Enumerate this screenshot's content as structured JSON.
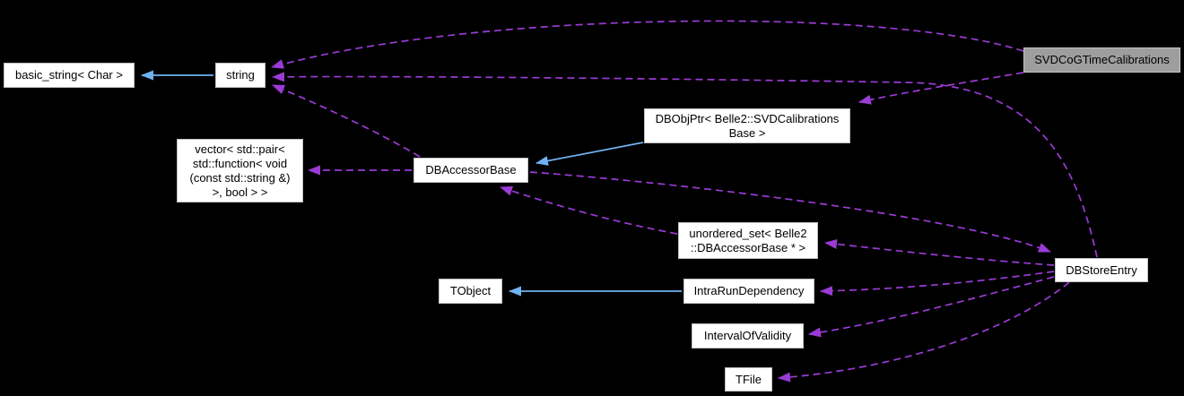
{
  "diagram": {
    "type": "collaboration-graph",
    "colors": {
      "background": "#000000",
      "node_fill": "#ffffff",
      "node_border": "#c0c0c0",
      "node_text": "#000000",
      "highlight_node_fill": "#9e9e9e",
      "highlight_node_border": "#c4c4c4",
      "usage_edge": "#9b3bd6",
      "inheritance_edge": "#6fb2f2"
    },
    "nodes": {
      "basic_string": {
        "label": "basic_string< Char >"
      },
      "string": {
        "label": "string"
      },
      "svd_cog_time_calibrations": {
        "label": "SVDCoGTimeCalibrations",
        "highlighted": true
      },
      "dbobjptr": {
        "label": "DBObjPtr< Belle2::SVDCalibrations\nBase >"
      },
      "vector_pair": {
        "label": "vector< std::pair<\nstd::function< void\n(const std::string &)\n>, bool > >"
      },
      "dbaccessorbase": {
        "label": "DBAccessorBase"
      },
      "unordered_set": {
        "label": "unordered_set< Belle2\n::DBAccessorBase * >"
      },
      "tobject": {
        "label": "TObject"
      },
      "intrarundependency": {
        "label": "IntraRunDependency"
      },
      "intervalofvalidity": {
        "label": "IntervalOfValidity"
      },
      "tfile": {
        "label": "TFile"
      },
      "dbstoreentry": {
        "label": "DBStoreEntry"
      }
    },
    "edges": [
      {
        "from": "string",
        "to": "basic_string< Char >",
        "type": "inheritance"
      },
      {
        "from": "DBObjPtr< Belle2::SVDCalibrationsBase >",
        "to": "DBAccessorBase",
        "type": "inheritance"
      },
      {
        "from": "IntraRunDependency",
        "to": "TObject",
        "type": "inheritance"
      },
      {
        "from": "SVDCoGTimeCalibrations",
        "to": "string",
        "type": "usage"
      },
      {
        "from": "SVDCoGTimeCalibrations",
        "to": "DBObjPtr< Belle2::SVDCalibrationsBase >",
        "type": "usage"
      },
      {
        "from": "DBAccessorBase",
        "to": "string",
        "type": "usage"
      },
      {
        "from": "DBAccessorBase",
        "to": "vector< std::pair< std::function< void (const std::string &) >, bool > >",
        "type": "usage"
      },
      {
        "from": "DBAccessorBase",
        "to": "DBStoreEntry",
        "type": "usage"
      },
      {
        "from": "unordered_set< Belle2::DBAccessorBase * >",
        "to": "DBAccessorBase",
        "type": "usage"
      },
      {
        "from": "DBStoreEntry",
        "to": "string",
        "type": "usage"
      },
      {
        "from": "DBStoreEntry",
        "to": "unordered_set< Belle2::DBAccessorBase * >",
        "type": "usage"
      },
      {
        "from": "DBStoreEntry",
        "to": "IntraRunDependency",
        "type": "usage"
      },
      {
        "from": "DBStoreEntry",
        "to": "IntervalOfValidity",
        "type": "usage"
      },
      {
        "from": "DBStoreEntry",
        "to": "TFile",
        "type": "usage"
      }
    ]
  }
}
